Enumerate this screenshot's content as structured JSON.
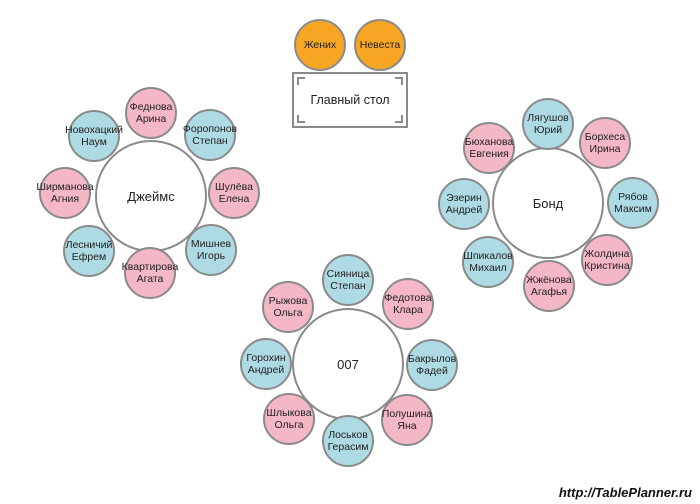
{
  "main_table": {
    "label": "Главный стол",
    "couple": [
      "Жених",
      "Невеста"
    ]
  },
  "tables": [
    {
      "name": "Джеймс",
      "guests": [
        {
          "name": [
            "Феднова",
            "Арина"
          ],
          "gender": "f"
        },
        {
          "name": [
            "Форопонов",
            "Степан"
          ],
          "gender": "m"
        },
        {
          "name": [
            "Шулёва",
            "Елена"
          ],
          "gender": "f"
        },
        {
          "name": [
            "Мишнев",
            "Игорь"
          ],
          "gender": "m"
        },
        {
          "name": [
            "Квартирова",
            "Агата"
          ],
          "gender": "f"
        },
        {
          "name": [
            "Лесничий",
            "Ефрем"
          ],
          "gender": "m"
        },
        {
          "name": [
            "Ширманова",
            "Агния"
          ],
          "gender": "f"
        },
        {
          "name": [
            "Новохацкий",
            "Наум"
          ],
          "gender": "m"
        }
      ]
    },
    {
      "name": "Бонд",
      "guests": [
        {
          "name": [
            "Лягушов",
            "Юрий"
          ],
          "gender": "m"
        },
        {
          "name": [
            "Борхеса",
            "Ирина"
          ],
          "gender": "f"
        },
        {
          "name": [
            "Рябов",
            "Максим"
          ],
          "gender": "m"
        },
        {
          "name": [
            "Жолдина",
            "Кристина"
          ],
          "gender": "f"
        },
        {
          "name": [
            "Жжёнова",
            "Агафья"
          ],
          "gender": "f"
        },
        {
          "name": [
            "Шпикалов",
            "Михаил"
          ],
          "gender": "m"
        },
        {
          "name": [
            "Эзерин",
            "Андрей"
          ],
          "gender": "m"
        },
        {
          "name": [
            "Бюханова",
            "Евгения"
          ],
          "gender": "f"
        }
      ]
    },
    {
      "name": "007",
      "guests": [
        {
          "name": [
            "Сияница",
            "Степан"
          ],
          "gender": "m"
        },
        {
          "name": [
            "Федотова",
            "Клара"
          ],
          "gender": "f"
        },
        {
          "name": [
            "Бакрылов",
            "Фадей"
          ],
          "gender": "m"
        },
        {
          "name": [
            "Полушина",
            "Яна"
          ],
          "gender": "f"
        },
        {
          "name": [
            "Лоськов",
            "Герасим"
          ],
          "gender": "m"
        },
        {
          "name": [
            "Шлыкова",
            "Ольга"
          ],
          "gender": "f"
        },
        {
          "name": [
            "Горохин",
            "Андрей"
          ],
          "gender": "m"
        },
        {
          "name": [
            "Рыжова",
            "Ольга"
          ],
          "gender": "f"
        }
      ]
    }
  ],
  "watermark": "http://TablePlanner.ru",
  "colors": {
    "female": "#f4b7c6",
    "male": "#aedbe3",
    "couple": "#f6a623",
    "outline": "#8a8a8a"
  }
}
